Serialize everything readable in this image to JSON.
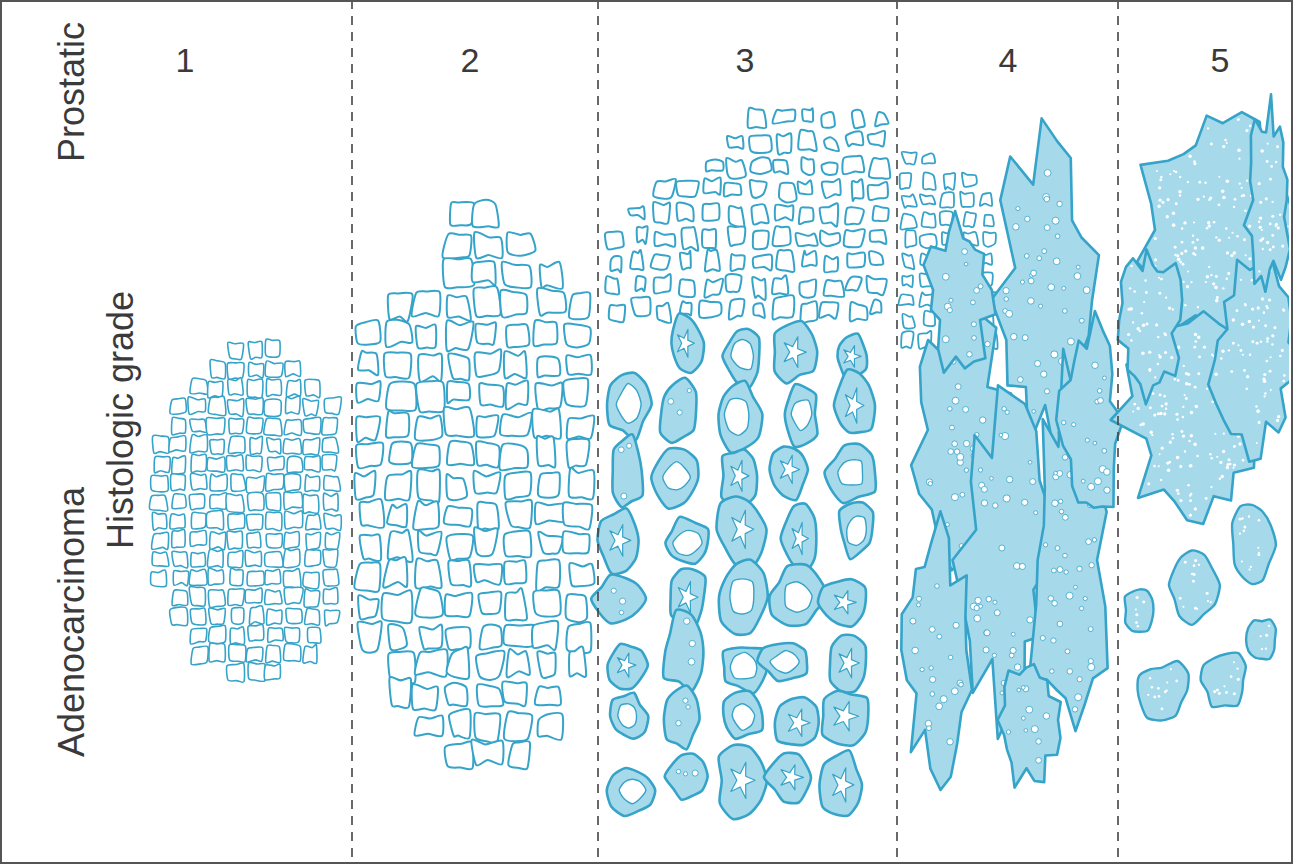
{
  "diagram": {
    "labels": [
      "Prostatic",
      "Adenocarcinoma",
      "Histologic grade",
      "1",
      "2",
      "3",
      "4",
      "5"
    ]
  }
}
